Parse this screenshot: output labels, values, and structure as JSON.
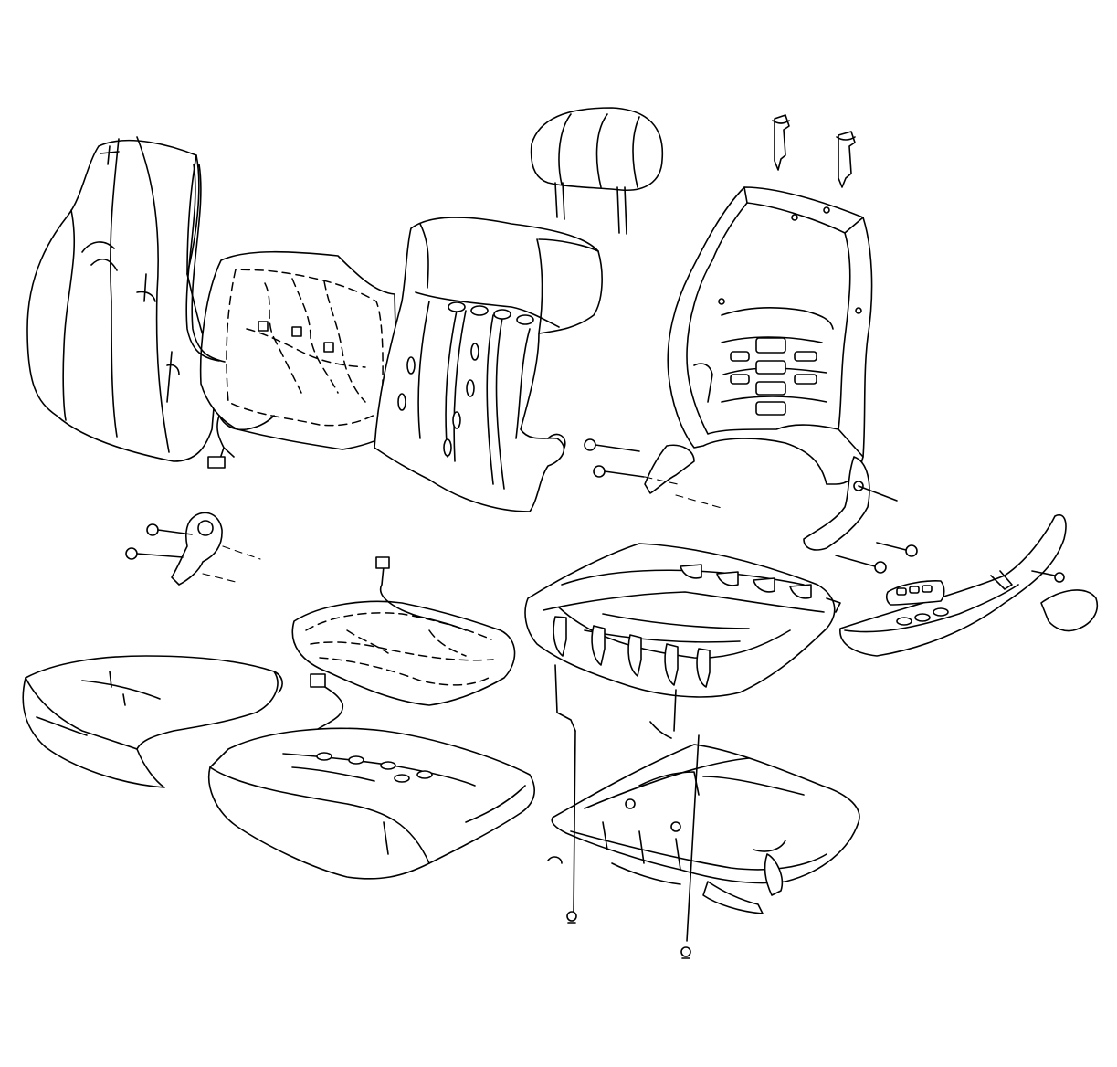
{
  "diagram": {
    "kind": "exploded-view line illustration",
    "colors": {
      "line": "#000000",
      "background": "#ffffff"
    },
    "parts": [
      "seat-back-cover",
      "seat-back-heater-pad",
      "seat-back-cushion",
      "headrest",
      "headrest-guides",
      "seat-back-frame",
      "recliner-bracket-left",
      "seat-cushion-heater-pad",
      "seat-cushion-cover",
      "seat-cushion-pad",
      "seat-cushion-frame",
      "seat-adjuster-track",
      "seat-side-shield",
      "seat-switch",
      "seat-shield-trim-cap"
    ]
  }
}
